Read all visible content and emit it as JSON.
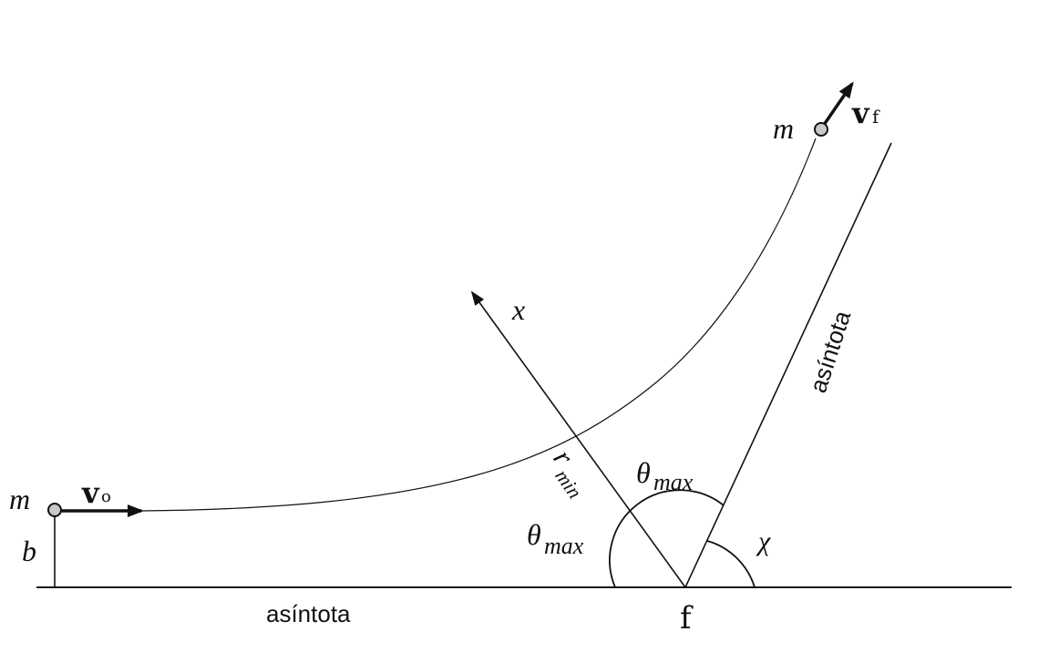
{
  "labels": {
    "mass_initial": "m",
    "mass_final": "m",
    "velocity_initial_main": "v",
    "velocity_initial_sub": "o",
    "velocity_final_main": "v",
    "velocity_final_sub": "f",
    "impact_parameter": "b",
    "asymptote_bottom": "asíntota",
    "asymptote_right": "asíntota",
    "axis_x": "x",
    "r_min_main": "r",
    "r_min_sub": "min",
    "theta_max_left_main": "θ",
    "theta_max_left_sub": "max",
    "theta_max_right_main": "θ",
    "theta_max_right_sub": "max",
    "chi": "χ",
    "focus": "f"
  },
  "colors": {
    "stroke": "#111111",
    "point_fill": "#c8c8c8"
  }
}
